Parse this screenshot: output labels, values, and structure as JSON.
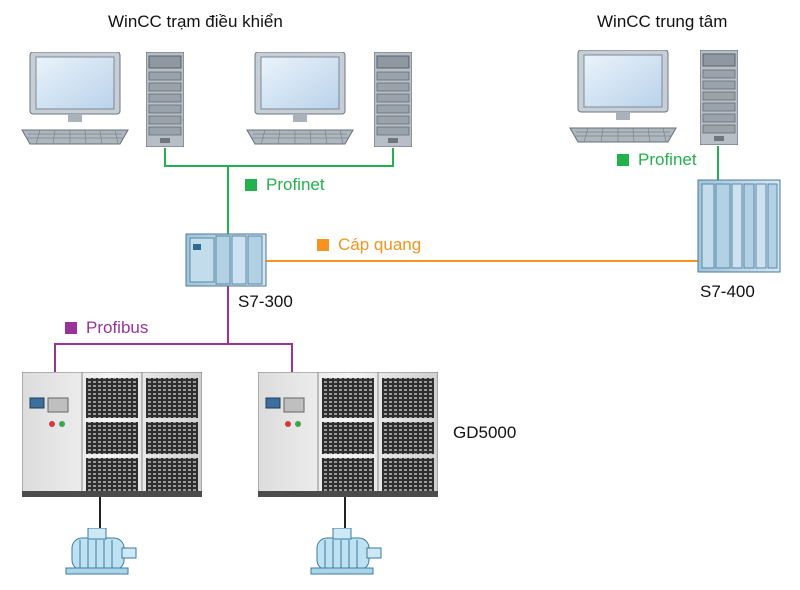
{
  "titles": {
    "station": "WinCC trạm điều khiển",
    "central": "WinCC trung tâm"
  },
  "networks": {
    "profinet_left": "Profinet",
    "profinet_right": "Profinet",
    "fiber": "Cáp quang",
    "profibus": "Profibus"
  },
  "devices": {
    "s7_300": "S7-300",
    "s7_400": "S7-400",
    "drive": "GD5000"
  },
  "colors": {
    "profinet": "#22b14c",
    "fiber": "#f7931e",
    "profibus": "#993399"
  }
}
